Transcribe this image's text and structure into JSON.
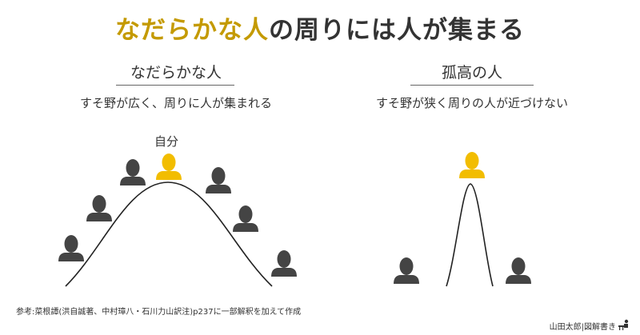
{
  "title": {
    "highlight": "なだらかな人",
    "rest": "の周りには人が集まる",
    "highlight_color": "#c49a00"
  },
  "left": {
    "heading": "なだらかな人",
    "description": "すそ野が広く、周りに人が集まれる",
    "self_label": "自分"
  },
  "right": {
    "heading": "孤高の人",
    "description": "すそ野が狭く周りの人が近づけない"
  },
  "colors": {
    "self": "#f2bd00",
    "others": "#444444",
    "curve": "#222222"
  },
  "icons": {
    "person": "person-icon",
    "drawing": "drawing-figure-icon"
  },
  "footer": {
    "reference": "参考:菜根譚(洪自誠著、中村璋八・石川力山訳注)p237に一部解釈を加えて作成",
    "author": "山田太郎|図解書き"
  }
}
